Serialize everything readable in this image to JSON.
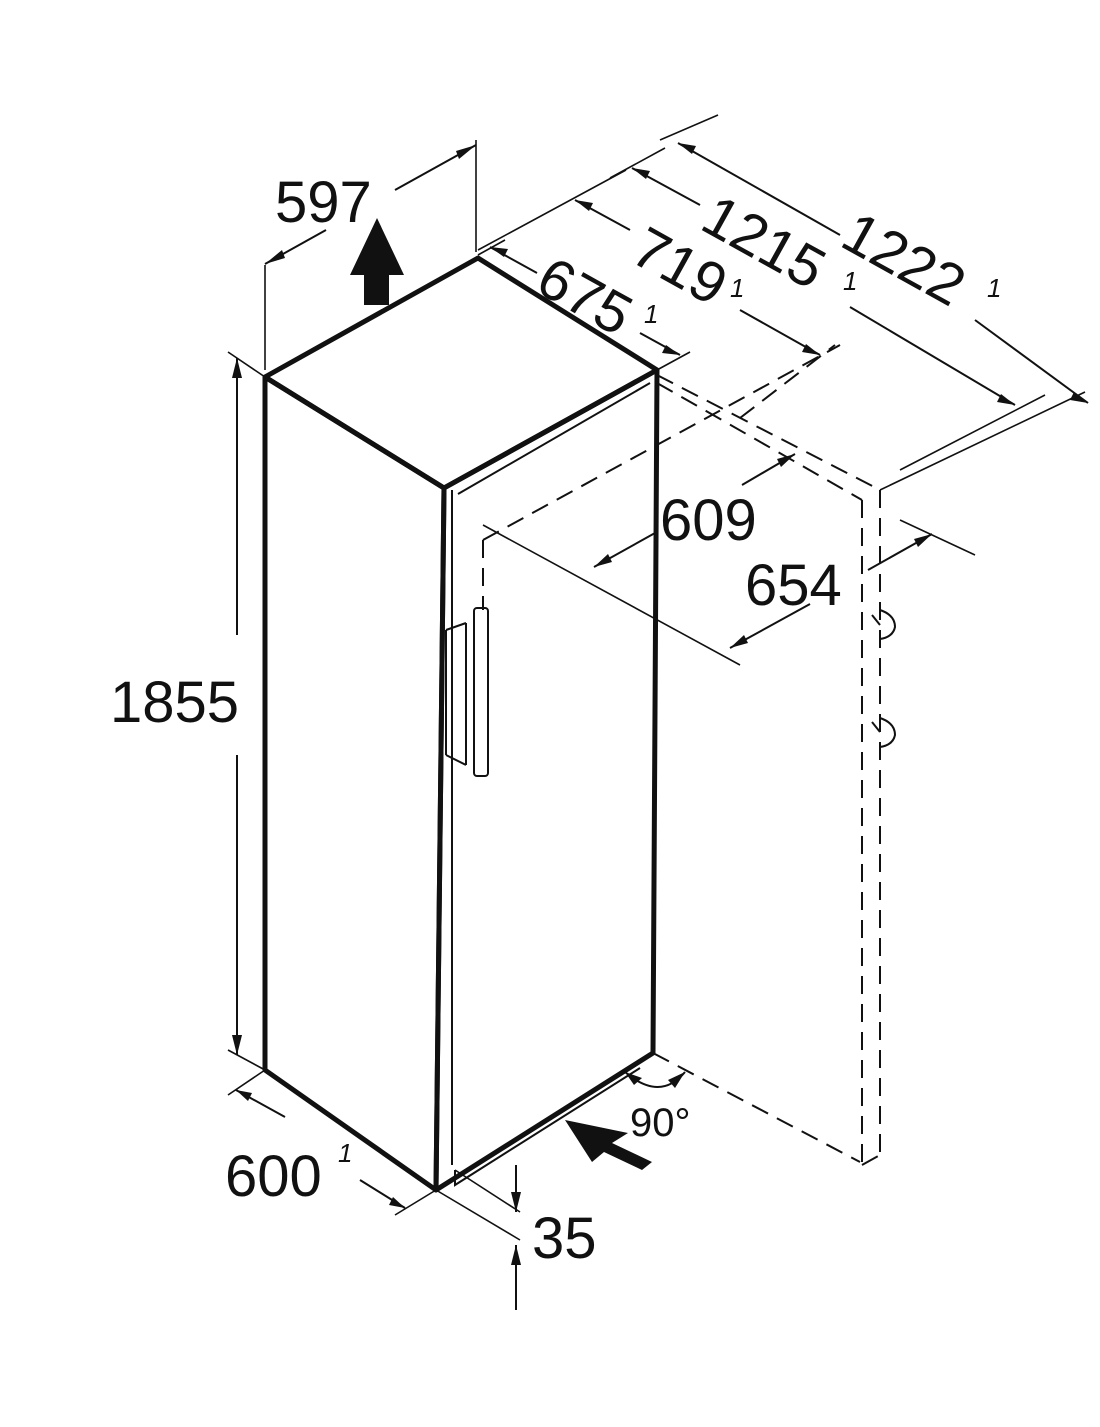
{
  "dimensions": {
    "width": "597",
    "height": "1855",
    "depth_body": "600",
    "depth_body_note": "1",
    "depth_open_675": "675",
    "depth_open_675_note": "1",
    "depth_open_719": "719",
    "depth_open_719_note": "1",
    "depth_open_1215": "1215",
    "depth_open_1215_note": "1",
    "depth_open_1222": "1222",
    "depth_open_1222_note": "1",
    "door_width_609": "609",
    "door_width_654": "654",
    "plinth_height": "35",
    "door_angle": "90°"
  },
  "icons": [
    "airflow-up-arrow",
    "airflow-in-arrow",
    "door-hinge"
  ]
}
